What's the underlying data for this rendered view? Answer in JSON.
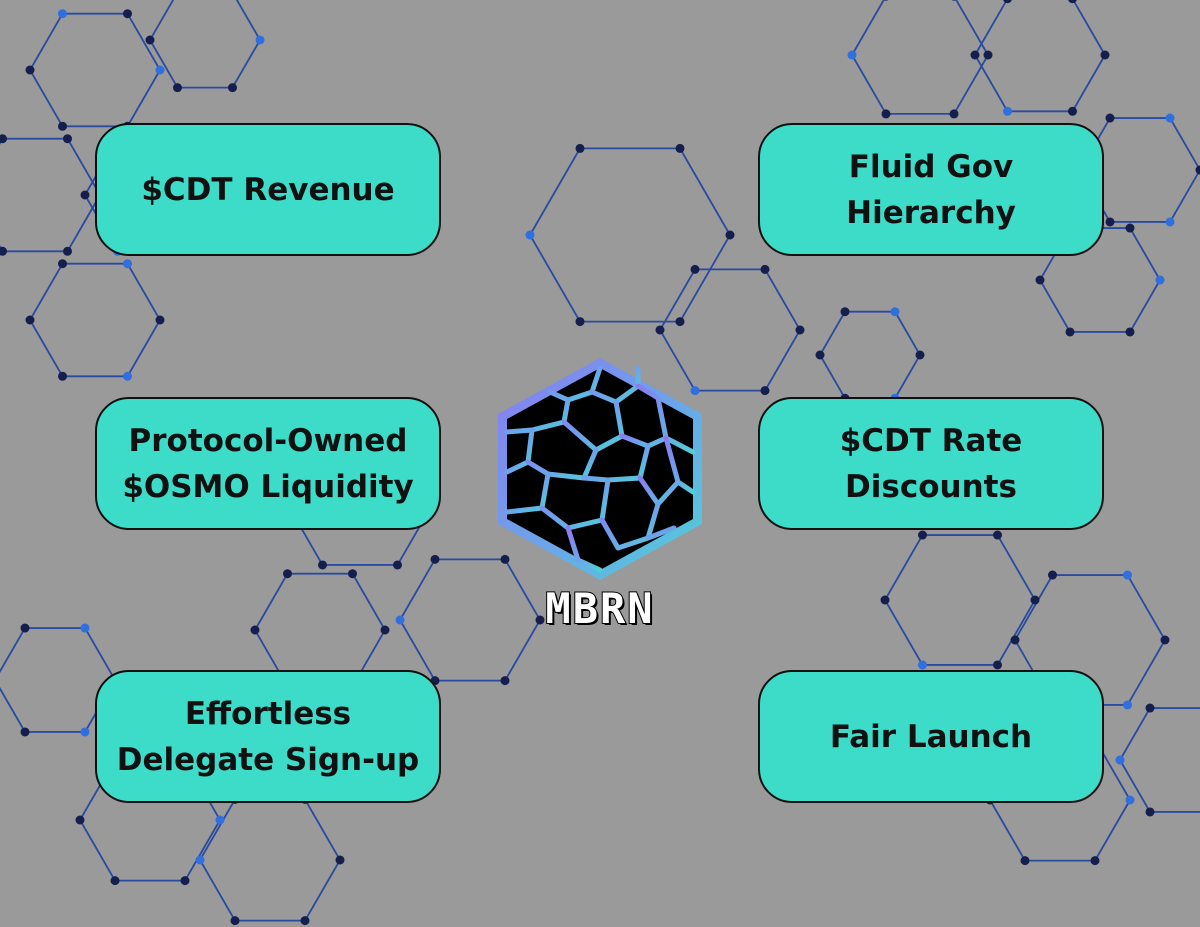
{
  "colors": {
    "background": "#9a9a9a",
    "box_fill": "#3ddcc9",
    "box_border": "#111111",
    "network_line": "#2a4aa0",
    "network_node_dark": "#151e4d",
    "network_node_bright": "#2f6fe0"
  },
  "features": [
    {
      "label": "$CDT Revenue"
    },
    {
      "label": "Fluid Gov\nHierarchy"
    },
    {
      "label": "Protocol-Owned\n$OSMO Liquidity"
    },
    {
      "label": "$CDT Rate\nDiscounts"
    },
    {
      "label": "Effortless\nDelegate Sign-up"
    },
    {
      "label": "Fair Launch"
    }
  ],
  "logo": {
    "text": "MBRN",
    "icon": "hexagon-voronoi-logo-icon"
  }
}
